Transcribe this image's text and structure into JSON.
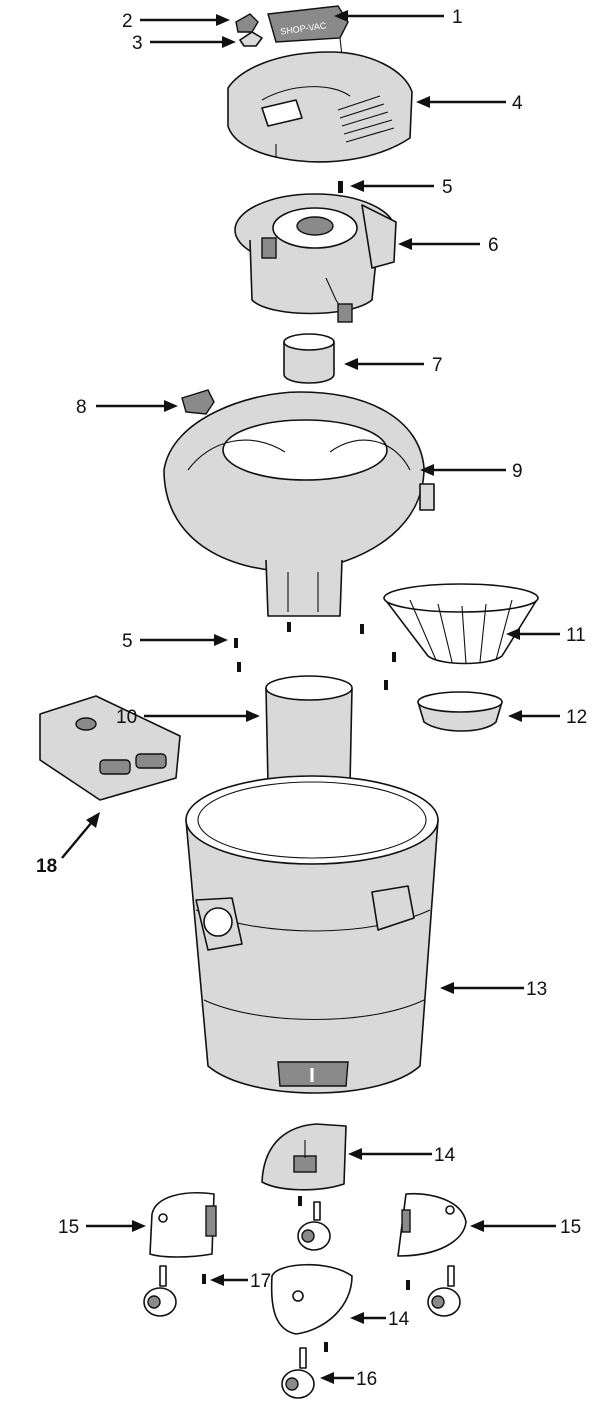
{
  "callouts": [
    {
      "id": "c1",
      "label": "1"
    },
    {
      "id": "c2",
      "label": "2"
    },
    {
      "id": "c3",
      "label": "3"
    },
    {
      "id": "c4",
      "label": "4"
    },
    {
      "id": "c5a",
      "label": "5"
    },
    {
      "id": "c6",
      "label": "6"
    },
    {
      "id": "c7",
      "label": "7"
    },
    {
      "id": "c8",
      "label": "8"
    },
    {
      "id": "c9",
      "label": "9"
    },
    {
      "id": "c5b",
      "label": "5"
    },
    {
      "id": "c11",
      "label": "11"
    },
    {
      "id": "c10",
      "label": "10"
    },
    {
      "id": "c12",
      "label": "12"
    },
    {
      "id": "c18",
      "label": "18"
    },
    {
      "id": "c13",
      "label": "13"
    },
    {
      "id": "c14a",
      "label": "14"
    },
    {
      "id": "c15a",
      "label": "15"
    },
    {
      "id": "c15b",
      "label": "15"
    },
    {
      "id": "c17",
      "label": "17"
    },
    {
      "id": "c14b",
      "label": "14"
    },
    {
      "id": "c16",
      "label": "16"
    }
  ],
  "handle_logo_text": "SHOP-VAC"
}
